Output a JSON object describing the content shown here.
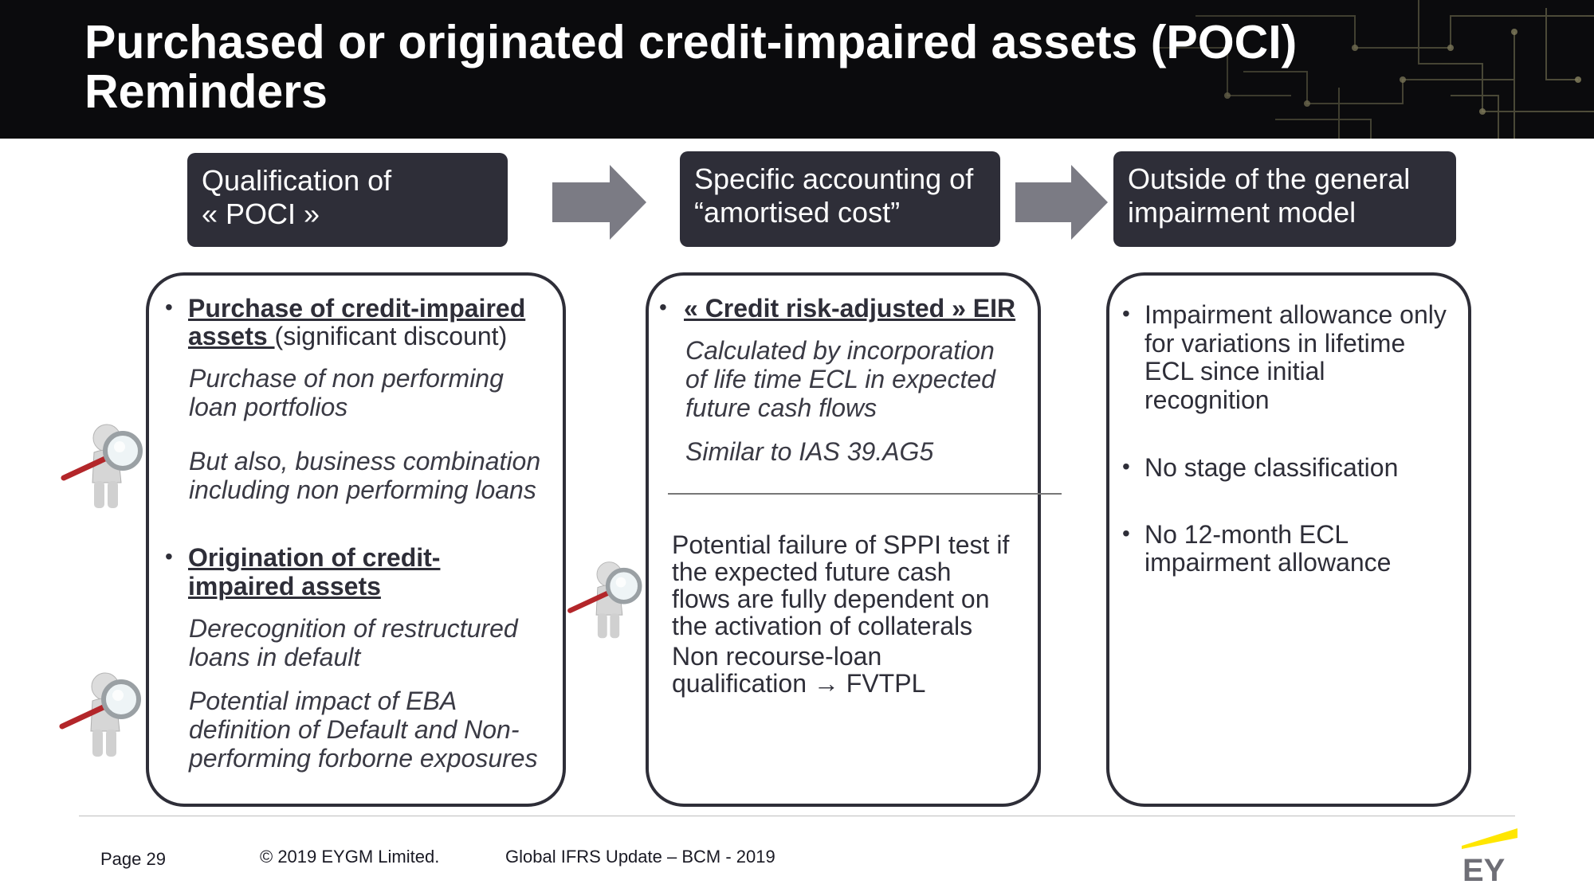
{
  "slide": {
    "title_line1": "Purchased or originated credit-impaired assets (POCI)",
    "title_line2": "Reminders"
  },
  "steps": [
    {
      "line1": "Qualification of",
      "line2": "« POCI »"
    },
    {
      "line1": "Specific accounting of",
      "line2": "“amortised cost”"
    },
    {
      "line1": "Outside of the general",
      "line2": "impairment model"
    }
  ],
  "column1": {
    "bullet1_bold_a": "Purchase of credit-impaired",
    "bullet1_bold_b": "assets ",
    "bullet1_rest": "(significant discount)",
    "italic1_l1": "Purchase of non performing",
    "italic1_l2": "loan portfolios",
    "italic2_l1": "But also, business combination",
    "italic2_l2": "including non performing loans",
    "bullet2_bold_a": "Origination of credit-",
    "bullet2_bold_b": "impaired assets",
    "italic3_l1": "Derecognition of restructured",
    "italic3_l2": "loans in default",
    "italic4_l1": "Potential impact of EBA",
    "italic4_l2": "definition of Default and Non-",
    "italic4_l3": "performing forborne exposures"
  },
  "column2": {
    "bullet1_bold": "« Credit risk-adjusted » EIR",
    "italic1_l1": "Calculated by incorporation",
    "italic1_l2": "of life time ECL in expected",
    "italic1_l3": "future cash flows",
    "italic2": "Similar to IAS 39.AG5",
    "text1_l1": "Potential failure of SPPI test if",
    "text1_l2": "the expected future cash",
    "text1_l3": "flows are fully dependent on",
    "text1_l4": "the activation of collaterals",
    "text2_l1": "Non recourse-loan",
    "text2_l2": "qualification → FVTPL"
  },
  "column3": {
    "bullet1_l1": "Impairment allowance only",
    "bullet1_l2": "for variations in lifetime",
    "bullet1_l3": "ECL since initial",
    "bullet1_l4": "recognition",
    "bullet2": "No stage classification",
    "bullet3_l1": "No 12-month ECL",
    "bullet3_l2": "impairment allowance"
  },
  "bullet_glyph": "•",
  "footer": {
    "page": "Page 29",
    "copyright": "© 2019 EYGM Limited.",
    "event": "Global IFRS Update – BCM - 2019",
    "logo_text": "EY"
  },
  "colors": {
    "header_bg": "#0b0b0d",
    "step_bg": "#2e2e38",
    "arrow": "#7b7b84",
    "ey_yellow": "#ffe600",
    "text": "#2e2e38"
  },
  "icons": [
    "circuit-pattern",
    "arrow-right-icon",
    "person-magnifier-icon",
    "ey-logo"
  ]
}
